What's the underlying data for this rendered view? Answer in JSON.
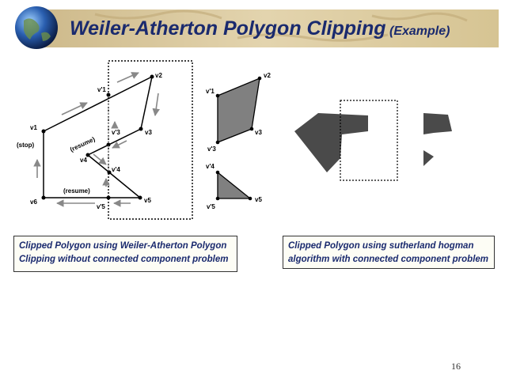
{
  "title": {
    "main": "Weiler-Atherton Polygon Clipping",
    "sub": "(Example)"
  },
  "diagram_labels": {
    "v1": "v1",
    "v2": "v2",
    "v3": "v3",
    "v4": "v4",
    "v5": "v5",
    "v6": "v6",
    "v1p": "v'1",
    "v3p": "v'3",
    "v4p": "v'4",
    "v5p": "v'5",
    "stop": "(stop)",
    "resume_diag": "(resume)",
    "resume_bottom": "(resume)"
  },
  "clipped_labels": {
    "v1p": "v'1",
    "v2": "v2",
    "v3": "v3",
    "v3p": "v'3",
    "v4p": "v'4",
    "v5": "v5",
    "v5p": "v'5"
  },
  "captions": {
    "left": "Clipped Polygon using Weiler-Atherton Polygon Clipping  without connected component problem",
    "right": "Clipped Polygon using sutherland hogman algorithm with connected component problem"
  },
  "page_number": "16",
  "colors": {
    "title": "#1a2a6e",
    "banner": "#d9c79a",
    "fill_clipped": "#808080",
    "fill_dark": "#4a4a4a"
  }
}
